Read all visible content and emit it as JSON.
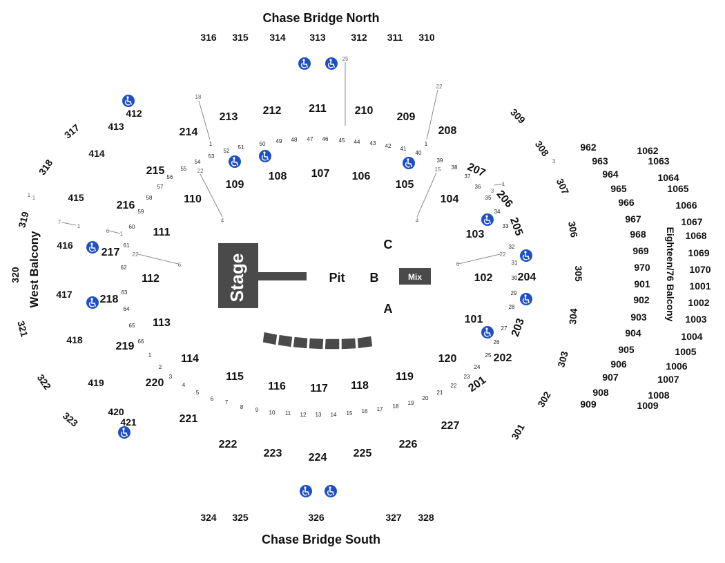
{
  "labels": {
    "bridge_north": "Chase Bridge North",
    "bridge_south": "Chase Bridge South",
    "west_balcony": "West Balcony",
    "east_balcony": "Eighteen/76 Balcony",
    "stage": "Stage",
    "pit": "Pit",
    "mix": "Mix",
    "zone_a": "A",
    "zone_b": "B",
    "zone_c": "C"
  },
  "colors": {
    "stage": "#4a4a4a",
    "mix": "#4a4a4a",
    "ada_icon": "#1f4fc4",
    "text": "#111111",
    "line": "#888888"
  },
  "icons": {
    "accessible": "wheelchair-icon"
  },
  "sections": {
    "100_level": [
      "101",
      "102",
      "103",
      "104",
      "105",
      "106",
      "107",
      "108",
      "109",
      "110",
      "111",
      "112",
      "113",
      "114",
      "115",
      "116",
      "117",
      "118",
      "119",
      "120"
    ],
    "200_level": [
      "201",
      "202",
      "203",
      "204",
      "205",
      "206",
      "207",
      "208",
      "209",
      "210",
      "211",
      "212",
      "213",
      "214",
      "215",
      "216",
      "217",
      "218",
      "219",
      "220",
      "221",
      "222",
      "223",
      "224",
      "225",
      "226",
      "227"
    ],
    "300_level": [
      "301",
      "302",
      "303",
      "304",
      "305",
      "306",
      "307",
      "308",
      "309",
      "310",
      "311",
      "312",
      "313",
      "314",
      "315",
      "316",
      "317",
      "318",
      "319",
      "320",
      "321",
      "322",
      "323",
      "324",
      "325",
      "326",
      "327",
      "328"
    ],
    "400_level": [
      "412",
      "413",
      "414",
      "415",
      "416",
      "417",
      "418",
      "419",
      "420",
      "421"
    ],
    "900_level": [
      "901",
      "902",
      "903",
      "904",
      "905",
      "906",
      "907",
      "908",
      "909",
      "962",
      "963",
      "964",
      "965",
      "966",
      "967",
      "968",
      "969",
      "970"
    ],
    "1000_level": [
      "1001",
      "1002",
      "1003",
      "1004",
      "1005",
      "1006",
      "1007",
      "1008",
      "1009",
      "1062",
      "1063",
      "1064",
      "1065",
      "1066",
      "1067",
      "1068",
      "1069",
      "1070"
    ]
  },
  "row_labels": {
    "north_arc": [
      "1",
      "53",
      "52",
      "51",
      "50",
      "49",
      "48",
      "47",
      "46",
      "45",
      "44",
      "43",
      "42",
      "41",
      "40",
      "1"
    ],
    "south_arc": [
      "1",
      "2",
      "3",
      "4",
      "5",
      "6",
      "7",
      "8",
      "9",
      "10",
      "11",
      "12",
      "13",
      "14",
      "15",
      "16",
      "17",
      "18",
      "19",
      "20",
      "21",
      "22",
      "23",
      "24",
      "25",
      "26",
      "27"
    ],
    "west_rows": [
      "54",
      "55",
      "56",
      "57",
      "58",
      "59",
      "60",
      "61",
      "62",
      "63",
      "64",
      "65",
      "66"
    ],
    "east_rows": [
      "39",
      "38",
      "37",
      "36",
      "35",
      "34",
      "33",
      "32",
      "31",
      "30",
      "29",
      "28"
    ],
    "line_ends": [
      "18",
      "22",
      "25",
      "22",
      "4",
      "4",
      "7",
      "1",
      "6",
      "1",
      "22",
      "6",
      "22",
      "6",
      "15",
      "1",
      "3",
      "1",
      "3",
      "1"
    ]
  }
}
